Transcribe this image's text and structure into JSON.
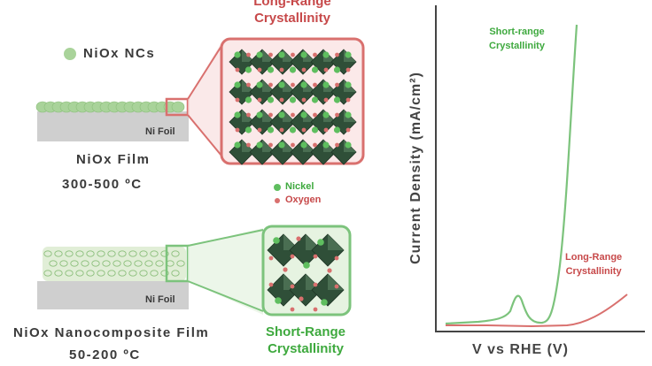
{
  "top_panel": {
    "nanocrystal_legend": "NiOx NCs",
    "substrate_label": "Ni Foil",
    "film_label": "NiOx Film",
    "temperature": "300-500 ºC",
    "crystallinity_line1": "Long-Range",
    "crystallinity_line2": "Crystallinity"
  },
  "bottom_panel": {
    "substrate_label": "Ni Foil",
    "film_label": "NiOx Nanocomposite Film",
    "temperature": "50-200 ºC",
    "crystallinity_line1": "Short-Range",
    "crystallinity_line2": "Crystallinity"
  },
  "atom_legend": {
    "nickel": "Nickel",
    "oxygen": "Oxygen"
  },
  "plot": {
    "y_axis_label": "Current Density (mA/cm²)",
    "x_axis_label": "V vs RHE (V)",
    "short_range_label_line1": "Short-range",
    "short_range_label_line2": "Crystallinity",
    "long_range_label_line1": "Long-Range",
    "long_range_label_line2": "Crystallinity"
  },
  "colors": {
    "long_range": "#c7494a",
    "short_range": "#5fbe5f",
    "nanocrystal": "#a9d39a",
    "substrate": "#cfcfcf",
    "octahedron": "#2f4f38"
  }
}
